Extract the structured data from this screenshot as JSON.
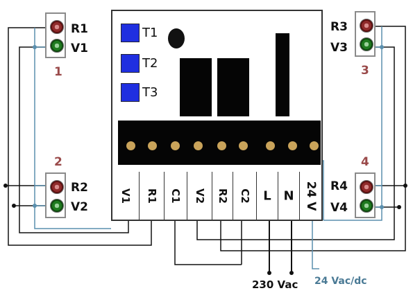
{
  "colors": {
    "wire_black": "#111111",
    "wire_blue": "#5a8fae",
    "blue_label": "#4a7a95",
    "group_number": "#9a4a4a"
  },
  "lamp_groups": [
    {
      "number": "1",
      "red_label": "R1",
      "green_label": "V1"
    },
    {
      "number": "2",
      "red_label": "R2",
      "green_label": "V2"
    },
    {
      "number": "3",
      "red_label": "R3",
      "green_label": "V3"
    },
    {
      "number": "4",
      "red_label": "R4",
      "green_label": "V4"
    }
  ],
  "module": {
    "buttons": [
      "T1",
      "T2",
      "T3"
    ],
    "terminals": [
      "V1",
      "R1",
      "C1",
      "V2",
      "R2",
      "C2",
      "L",
      "N",
      "24 V"
    ]
  },
  "supply": {
    "mains_label": "230 Vac",
    "low_voltage_label": "24 Vac/dc"
  }
}
